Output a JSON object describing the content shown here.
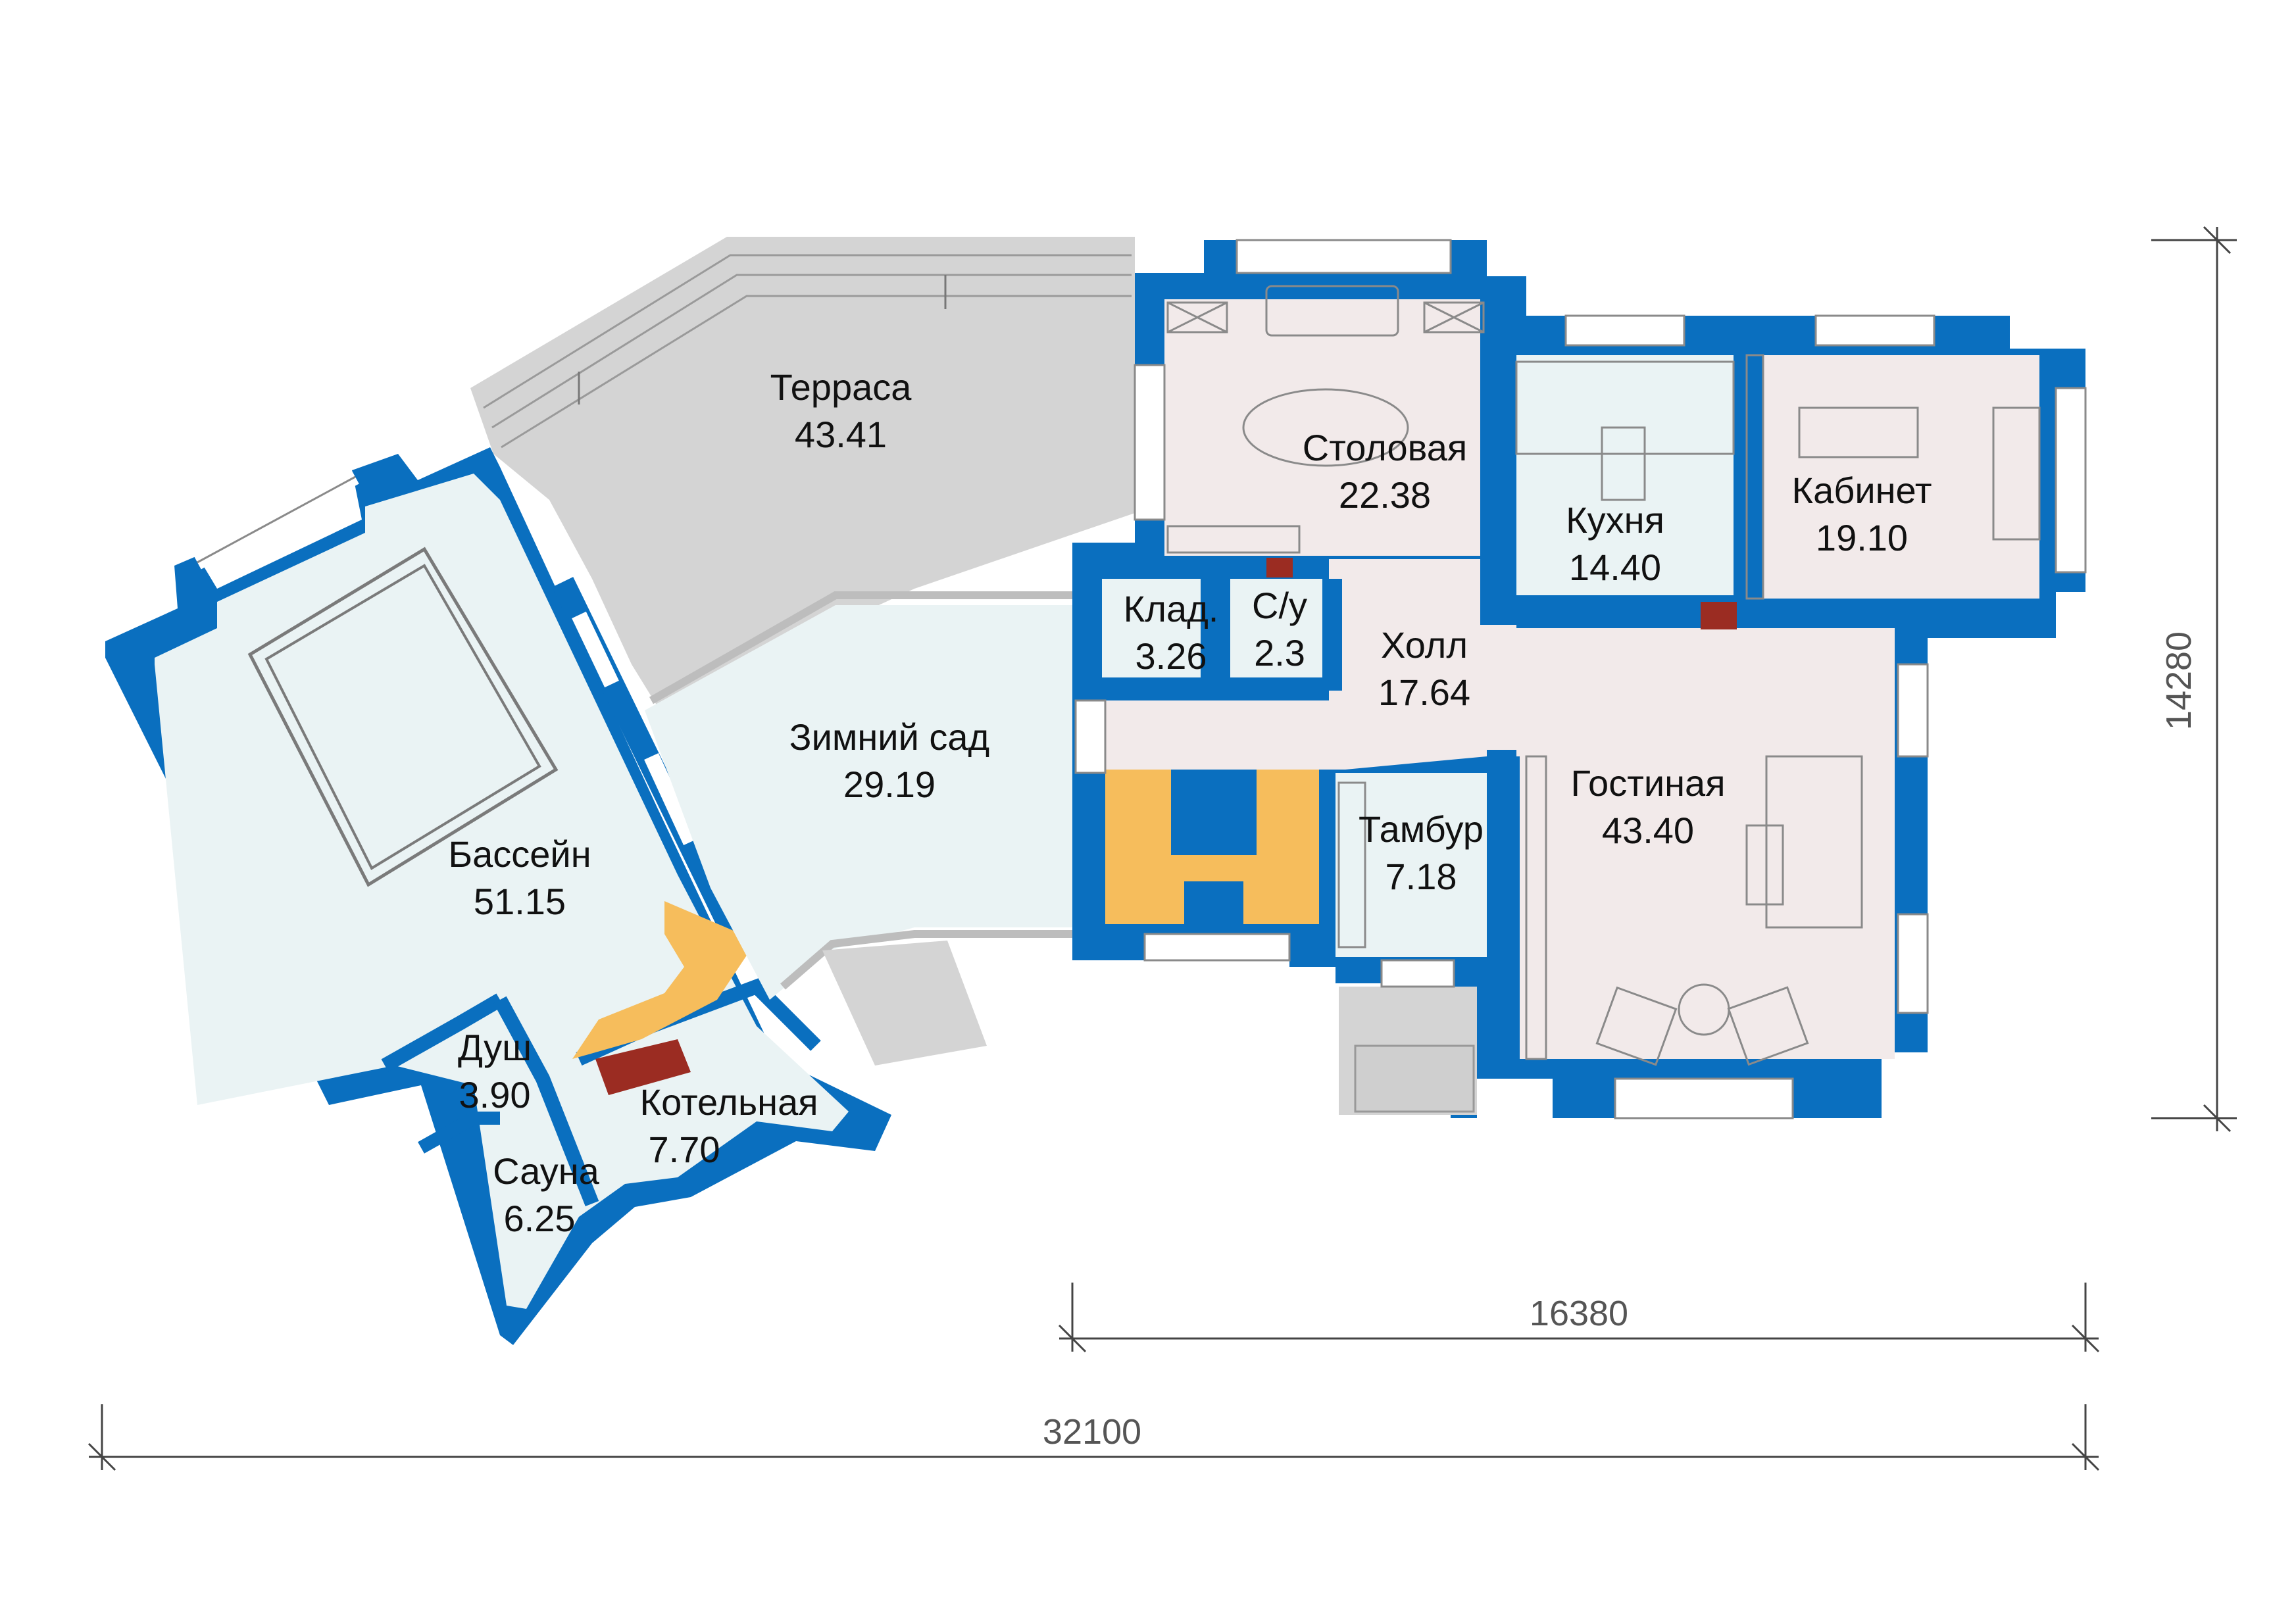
{
  "colors": {
    "wall": "#0a6fbf",
    "wall_light": "#ffffff",
    "floor_cool": "#eaf3f4",
    "floor_warm": "#f2eaea",
    "terrace": "#d4d4d4",
    "stairs": "#f6bd5c",
    "chimney": "#9b2c22",
    "furniture_stroke": "#8a8a8a",
    "dimension": "#444444"
  },
  "rooms": [
    {
      "id": "terrace",
      "name": "Терраса",
      "area": "43.41"
    },
    {
      "id": "dining",
      "name": "Столовая",
      "area": "22.38"
    },
    {
      "id": "kitchen",
      "name": "Кухня",
      "area": "14.40"
    },
    {
      "id": "study",
      "name": "Кабинет",
      "area": "19.10"
    },
    {
      "id": "storage",
      "name": "Клад.",
      "area": "3.26"
    },
    {
      "id": "wc",
      "name": "С/у",
      "area": "2.3"
    },
    {
      "id": "hall",
      "name": "Холл",
      "area": "17.64"
    },
    {
      "id": "winter_garden",
      "name": "Зимний сад",
      "area": "29.19"
    },
    {
      "id": "living",
      "name": "Гостиная",
      "area": "43.40"
    },
    {
      "id": "vestibule",
      "name": "Тамбур",
      "area": "7.18"
    },
    {
      "id": "pool",
      "name": "Бассейн",
      "area": "51.15"
    },
    {
      "id": "shower",
      "name": "Душ",
      "area": "3.90"
    },
    {
      "id": "boiler",
      "name": "Котельная",
      "area": "7.70"
    },
    {
      "id": "sauna",
      "name": "Сауна",
      "area": "6.25"
    }
  ],
  "dimensions": {
    "depth": "14280",
    "right_width": "16380",
    "total_width": "32100"
  }
}
